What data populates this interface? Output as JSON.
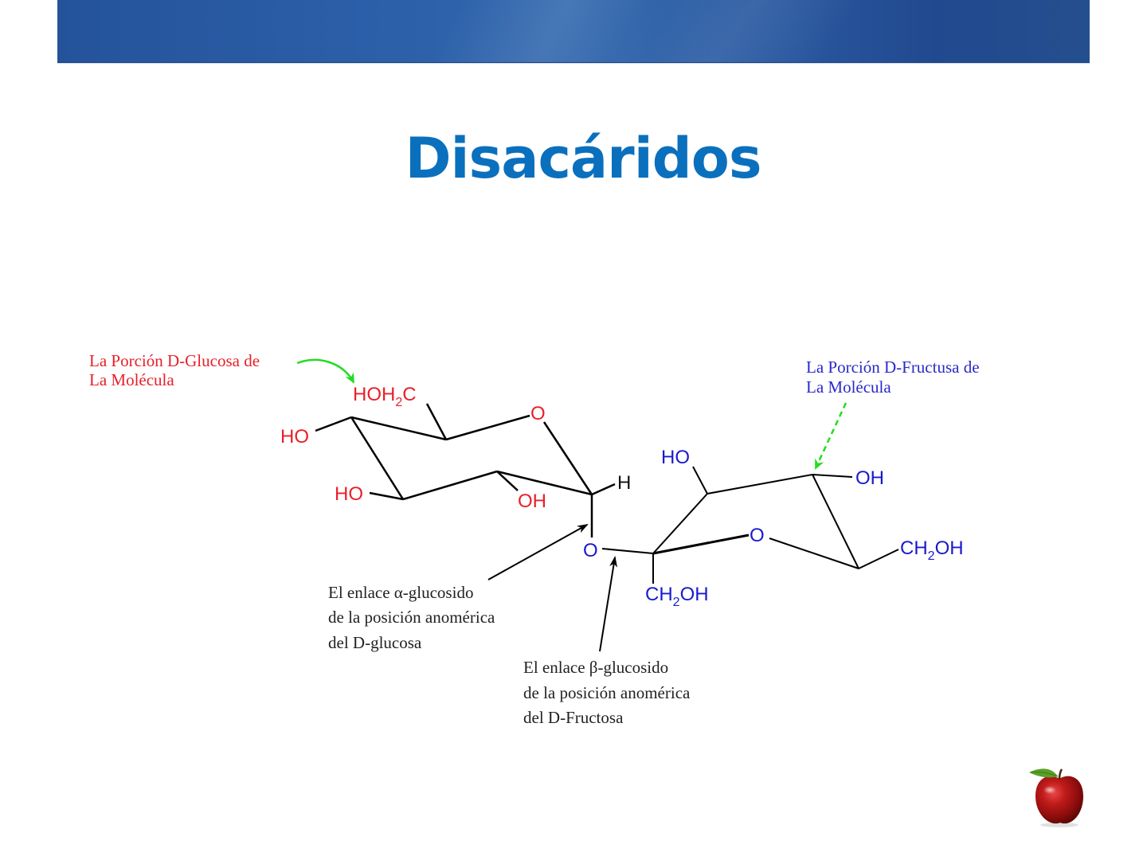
{
  "slide": {
    "title": "Disacáridos",
    "colors": {
      "header_band": "#2b5fa8",
      "title": "#0a70be",
      "glucose": "#e8202a",
      "fructose": "#1a1acc",
      "annotation_arrow": "#22dd22",
      "bonds": "#000000",
      "annotation_text": "#222222"
    }
  },
  "diagram": {
    "glucose_label": {
      "line1": "La Porción D-Glucosa de",
      "line2": "La Molécula"
    },
    "fructose_label": {
      "line1": "La Porción D-Fructusa de",
      "line2": "La Molécula"
    },
    "glucose_groups": {
      "ch2oh_main": "HOH",
      "ch2oh_sub": "2",
      "ch2oh_tail": "C",
      "ring_oxygen": "O",
      "ho_c4": "HO",
      "ho_c3": "HO",
      "oh_c2": "OH",
      "h_c1": "H"
    },
    "bridge_oxygen": "O",
    "fructose_groups": {
      "ho_c3": "HO",
      "oh_c4": "OH",
      "ring_oxygen": "O",
      "ch2oh_c6_main": "CH",
      "ch2oh_c6_sub": "2",
      "ch2oh_c6_tail": "OH",
      "ch2oh_c1_main": "CH",
      "ch2oh_c1_sub": "2",
      "ch2oh_c1_tail": "OH"
    },
    "alpha_note": {
      "line1": "El enlace α-glucosido",
      "line2": "de la posición anomérica",
      "line3": "del D-glucosa"
    },
    "beta_note": {
      "line1": "El enlace β-glucosido",
      "line2": "de la posición anomérica",
      "line3": "del D-Fructosa"
    }
  },
  "decoration": {
    "logo_icon": "apple-icon"
  }
}
